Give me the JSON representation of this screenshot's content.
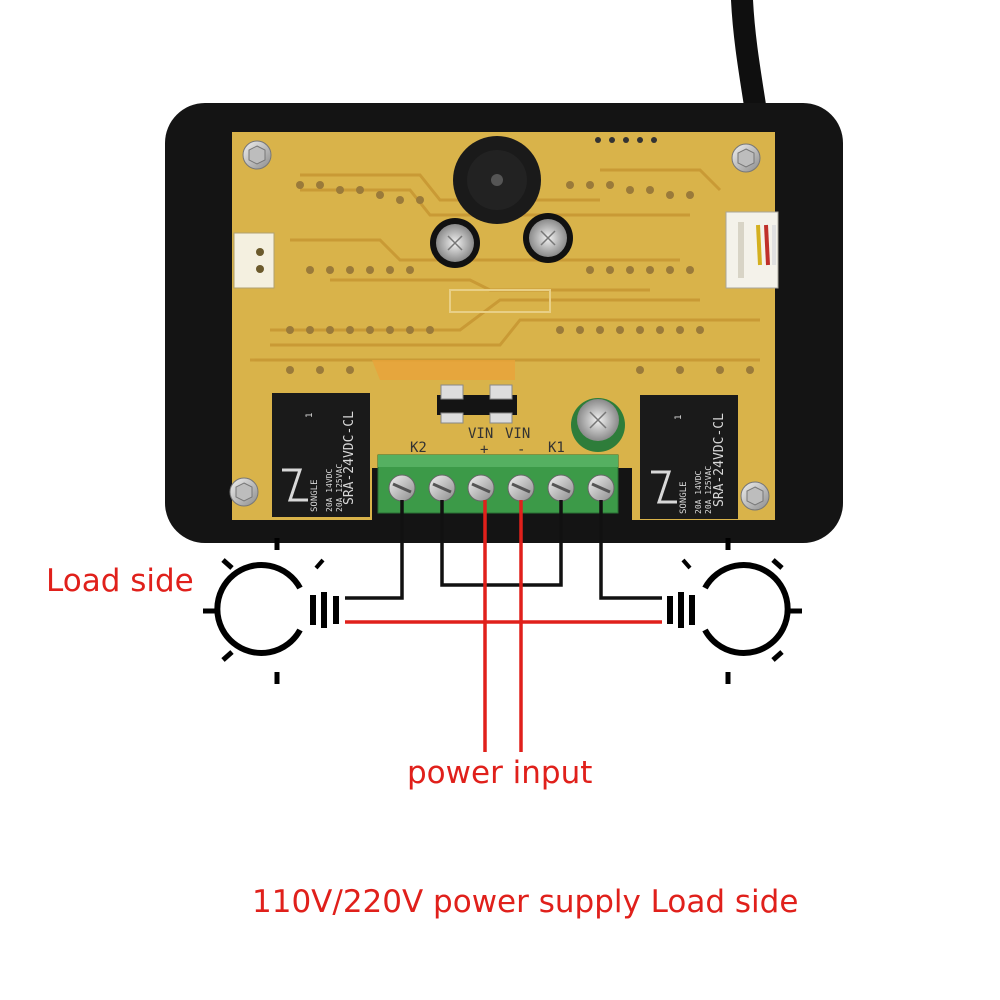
{
  "labels": {
    "load_side": "Load side",
    "power_input": "power input",
    "caption": "110V/220V power supply Load side"
  },
  "terminal_labels": {
    "k2": "K2",
    "k1": "K1",
    "vin_plus": "VIN",
    "vin_minus": "VIN",
    "plus_sign": "+",
    "minus_sign": "-"
  },
  "relay": {
    "model": "SRA-24VDC-CL",
    "brand": "SONGLE",
    "rating1": "20A 14VDC",
    "rating2": "20A 125VAC",
    "pin": "1"
  },
  "colors": {
    "wire_red": "#e0201b",
    "wire_black": "#111111",
    "pcb": "#d9b34a",
    "case": "#141414",
    "terminal_green": "#3c9a48",
    "label_red": "#e0201b"
  }
}
